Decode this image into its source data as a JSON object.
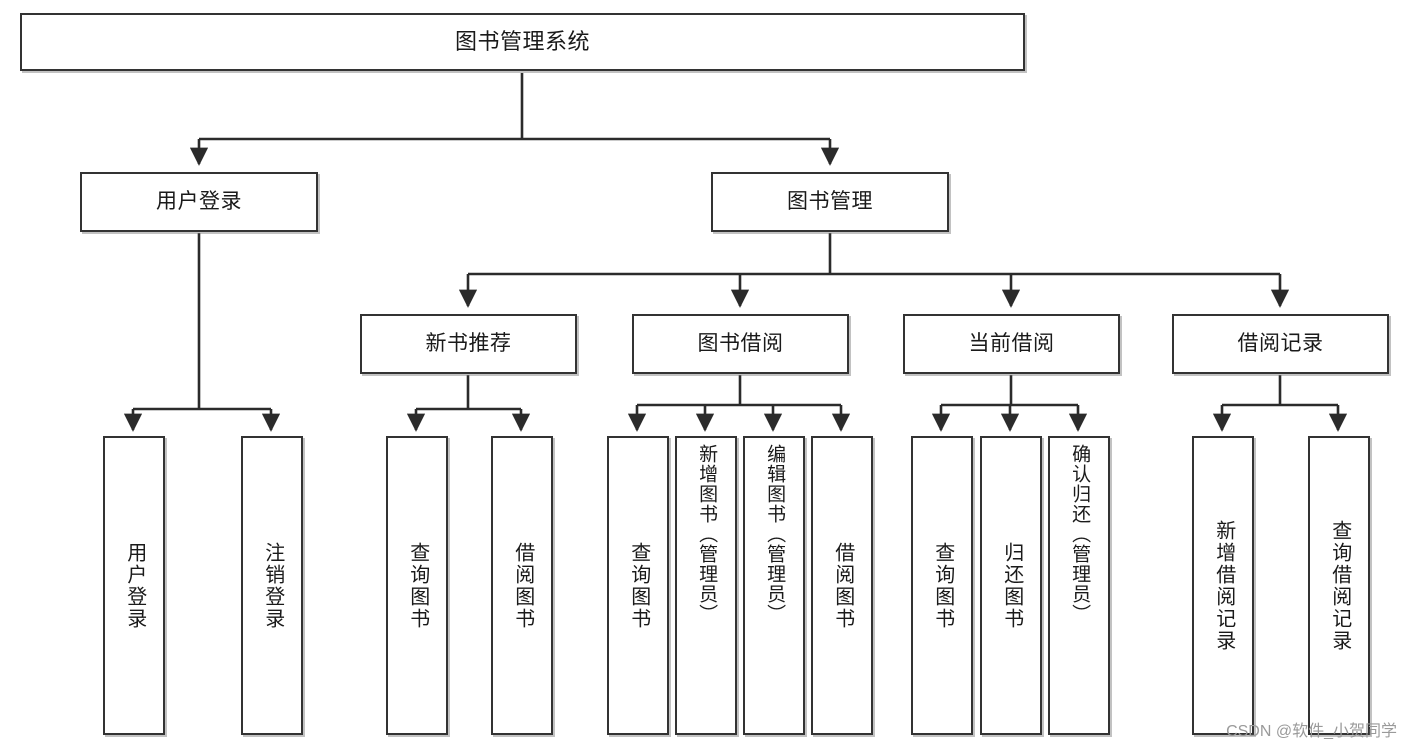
{
  "diagram": {
    "type": "tree-hierarchy",
    "title": "图书管理系统",
    "watermark": "CSDN @软件_小贺同学",
    "colors": {
      "border": "#333333",
      "background": "#ffffff",
      "text": "#1a1a1a",
      "connector": "#2b2b2b",
      "watermark": "#9a9a9a"
    },
    "levels": {
      "root": [
        "图书管理系统"
      ],
      "level2": [
        "用户登录",
        "图书管理"
      ],
      "level3": [
        "新书推荐",
        "图书借阅",
        "当前借阅",
        "借阅记录"
      ],
      "level4": [
        "用户登录",
        "注销登录",
        "查询图书",
        "借阅图书",
        "查询图书",
        "新增图书（管理员）",
        "编辑图书（管理员）",
        "借阅图书",
        "查询图书",
        "归还图书",
        "确认归还（管理员）",
        "新增借阅记录",
        "查询借阅记录"
      ]
    },
    "nodes": {
      "root": {
        "label": "图书管理系统"
      },
      "user_login": {
        "label": "用户登录"
      },
      "book_manage": {
        "label": "图书管理"
      },
      "new_book_rec": {
        "label": "新书推荐"
      },
      "book_borrow": {
        "label": "图书借阅"
      },
      "current_borrow": {
        "label": "当前借阅"
      },
      "borrow_record": {
        "label": "借阅记录"
      },
      "leaf_user_login": {
        "label": "用户登录"
      },
      "leaf_logout": {
        "label": "注销登录"
      },
      "leaf_query_book_1": {
        "label": "查询图书"
      },
      "leaf_borrow_book_1": {
        "label": "借阅图书"
      },
      "leaf_query_book_2": {
        "label": "查询图书"
      },
      "leaf_add_book": {
        "label": "新增图书（管理员）"
      },
      "leaf_edit_book": {
        "label": "编辑图书（管理员）"
      },
      "leaf_borrow_book_2": {
        "label": "借阅图书"
      },
      "leaf_query_book_3": {
        "label": "查询图书"
      },
      "leaf_return_book": {
        "label": "归还图书"
      },
      "leaf_confirm_return": {
        "label": "确认归还（管理员）"
      },
      "leaf_add_record": {
        "label": "新增借阅记录"
      },
      "leaf_query_record": {
        "label": "查询借阅记录"
      }
    },
    "edges": [
      {
        "from": "root",
        "to": "user_login"
      },
      {
        "from": "root",
        "to": "book_manage"
      },
      {
        "from": "user_login",
        "to": "leaf_user_login"
      },
      {
        "from": "user_login",
        "to": "leaf_logout"
      },
      {
        "from": "book_manage",
        "to": "new_book_rec"
      },
      {
        "from": "book_manage",
        "to": "book_borrow"
      },
      {
        "from": "book_manage",
        "to": "current_borrow"
      },
      {
        "from": "book_manage",
        "to": "borrow_record"
      },
      {
        "from": "new_book_rec",
        "to": "leaf_query_book_1"
      },
      {
        "from": "new_book_rec",
        "to": "leaf_borrow_book_1"
      },
      {
        "from": "book_borrow",
        "to": "leaf_query_book_2"
      },
      {
        "from": "book_borrow",
        "to": "leaf_add_book"
      },
      {
        "from": "book_borrow",
        "to": "leaf_edit_book"
      },
      {
        "from": "book_borrow",
        "to": "leaf_borrow_book_2"
      },
      {
        "from": "current_borrow",
        "to": "leaf_query_book_3"
      },
      {
        "from": "current_borrow",
        "to": "leaf_return_book"
      },
      {
        "from": "current_borrow",
        "to": "leaf_confirm_return"
      },
      {
        "from": "borrow_record",
        "to": "leaf_add_record"
      },
      {
        "from": "borrow_record",
        "to": "leaf_query_record"
      }
    ]
  }
}
